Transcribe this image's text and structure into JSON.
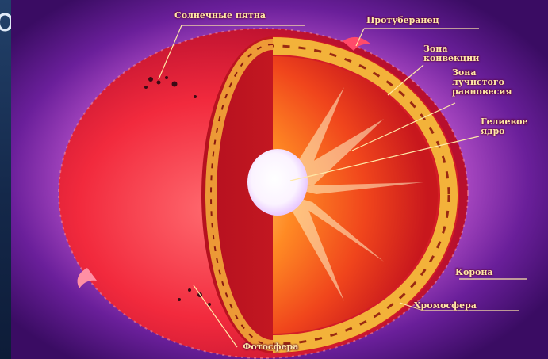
{
  "slide": {
    "title_fragment": "o"
  },
  "diagram": {
    "labels": {
      "sunspots": "Солнечные пятна",
      "prominence": "Протуберанец",
      "convection_zone": [
        "Зона",
        "конвекции"
      ],
      "radiative_zone": [
        "Зона",
        "лучистого",
        "равновесия"
      ],
      "helium_core": [
        "Гелиевое",
        "ядро"
      ],
      "corona": "Корона",
      "chromosphere": "Хромосфера",
      "photosphere": "Фотосфера"
    },
    "colors": {
      "background_violet": "#5b1a8c",
      "halo": "#f6e6ff",
      "sun_surface": "#e8233a",
      "interior": "#ff7a1c",
      "core": "#ffffff",
      "label_text": "#ffe9a8"
    }
  }
}
